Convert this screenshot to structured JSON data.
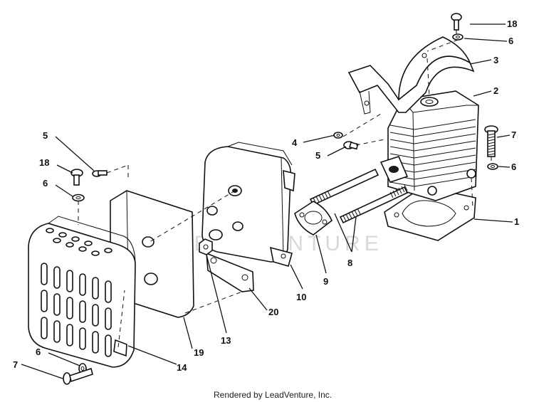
{
  "diagram": {
    "callouts": [
      {
        "id": "c18a",
        "text": "18"
      },
      {
        "id": "c6a",
        "text": "6"
      },
      {
        "id": "c3",
        "text": "3"
      },
      {
        "id": "c2",
        "text": "2"
      },
      {
        "id": "c4",
        "text": "4"
      },
      {
        "id": "c5a",
        "text": "5"
      },
      {
        "id": "c7a",
        "text": "7"
      },
      {
        "id": "c6b",
        "text": "6"
      },
      {
        "id": "c1",
        "text": "1"
      },
      {
        "id": "c5b",
        "text": "5"
      },
      {
        "id": "c18b",
        "text": "18"
      },
      {
        "id": "c6c",
        "text": "6"
      },
      {
        "id": "c8",
        "text": "8"
      },
      {
        "id": "c9",
        "text": "9"
      },
      {
        "id": "c10",
        "text": "10"
      },
      {
        "id": "c20",
        "text": "20"
      },
      {
        "id": "c13",
        "text": "13"
      },
      {
        "id": "c19",
        "text": "19"
      },
      {
        "id": "c14",
        "text": "14"
      },
      {
        "id": "c6d",
        "text": "6"
      },
      {
        "id": "c7b",
        "text": "7"
      }
    ],
    "footer": "Rendered by LeadVenture, Inc.",
    "watermark": "LEADVENTURE"
  }
}
